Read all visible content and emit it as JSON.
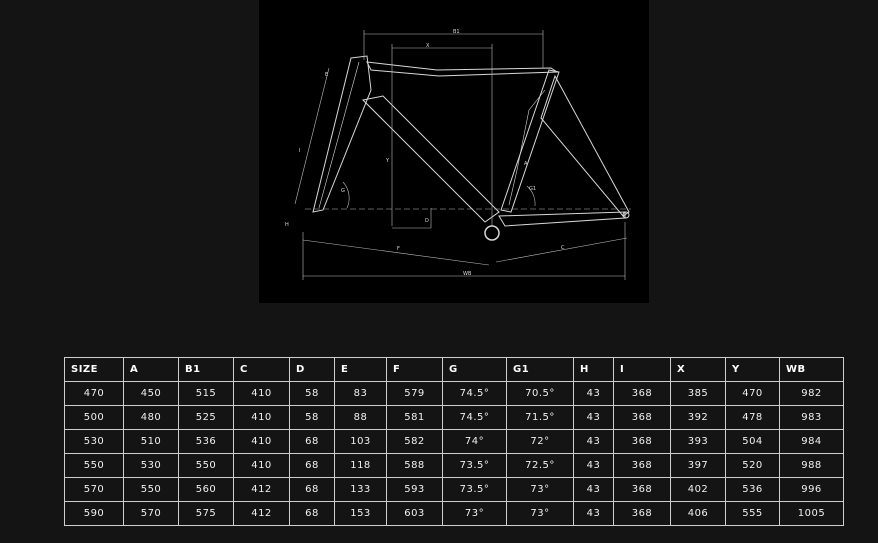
{
  "diagram": {
    "labels": {
      "b1": "B1",
      "x": "X",
      "y": "Y",
      "d": "D",
      "f": "F",
      "c": "C",
      "wb": "WB",
      "g": "G",
      "g1": "G1",
      "i": "I",
      "a": "A",
      "e": "E",
      "h": "H"
    }
  },
  "table": {
    "headers": [
      "SIZE",
      "A",
      "B1",
      "C",
      "D",
      "E",
      "F",
      "G",
      "G1",
      "H",
      "I",
      "X",
      "Y",
      "WB"
    ],
    "rows": [
      [
        "470",
        "450",
        "515",
        "410",
        "58",
        "83",
        "579",
        "74.5°",
        "70.5°",
        "43",
        "368",
        "385",
        "470",
        "982"
      ],
      [
        "500",
        "480",
        "525",
        "410",
        "58",
        "88",
        "581",
        "74.5°",
        "71.5°",
        "43",
        "368",
        "392",
        "478",
        "983"
      ],
      [
        "530",
        "510",
        "536",
        "410",
        "68",
        "103",
        "582",
        "74°",
        "72°",
        "43",
        "368",
        "393",
        "504",
        "984"
      ],
      [
        "550",
        "530",
        "550",
        "410",
        "68",
        "118",
        "588",
        "73.5°",
        "72.5°",
        "43",
        "368",
        "397",
        "520",
        "988"
      ],
      [
        "570",
        "550",
        "560",
        "412",
        "68",
        "133",
        "593",
        "73.5°",
        "73°",
        "43",
        "368",
        "402",
        "536",
        "996"
      ],
      [
        "590",
        "570",
        "575",
        "412",
        "68",
        "153",
        "603",
        "73°",
        "73°",
        "43",
        "368",
        "406",
        "555",
        "1005"
      ]
    ]
  }
}
